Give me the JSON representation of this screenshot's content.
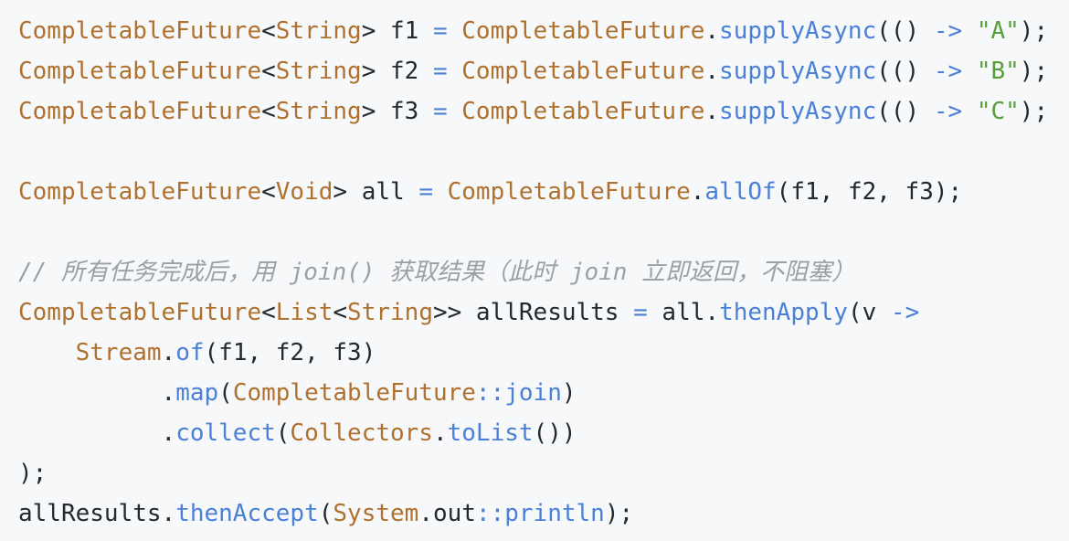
{
  "lines": [
    [
      {
        "t": "CompletableFuture",
        "c": "type"
      },
      {
        "t": "<",
        "c": "pl"
      },
      {
        "t": "String",
        "c": "type"
      },
      {
        "t": "> f1 ",
        "c": "pl"
      },
      {
        "t": "=",
        "c": "op"
      },
      {
        "t": " ",
        "c": "pl"
      },
      {
        "t": "CompletableFuture",
        "c": "type"
      },
      {
        "t": ".",
        "c": "pl"
      },
      {
        "t": "supplyAsync",
        "c": "method"
      },
      {
        "t": "(() ",
        "c": "pl"
      },
      {
        "t": "->",
        "c": "op"
      },
      {
        "t": " ",
        "c": "pl"
      },
      {
        "t": "\"A\"",
        "c": "str"
      },
      {
        "t": ");",
        "c": "pl"
      }
    ],
    [
      {
        "t": "CompletableFuture",
        "c": "type"
      },
      {
        "t": "<",
        "c": "pl"
      },
      {
        "t": "String",
        "c": "type"
      },
      {
        "t": "> f2 ",
        "c": "pl"
      },
      {
        "t": "=",
        "c": "op"
      },
      {
        "t": " ",
        "c": "pl"
      },
      {
        "t": "CompletableFuture",
        "c": "type"
      },
      {
        "t": ".",
        "c": "pl"
      },
      {
        "t": "supplyAsync",
        "c": "method"
      },
      {
        "t": "(() ",
        "c": "pl"
      },
      {
        "t": "->",
        "c": "op"
      },
      {
        "t": " ",
        "c": "pl"
      },
      {
        "t": "\"B\"",
        "c": "str"
      },
      {
        "t": ");",
        "c": "pl"
      }
    ],
    [
      {
        "t": "CompletableFuture",
        "c": "type"
      },
      {
        "t": "<",
        "c": "pl"
      },
      {
        "t": "String",
        "c": "type"
      },
      {
        "t": "> f3 ",
        "c": "pl"
      },
      {
        "t": "=",
        "c": "op"
      },
      {
        "t": " ",
        "c": "pl"
      },
      {
        "t": "CompletableFuture",
        "c": "type"
      },
      {
        "t": ".",
        "c": "pl"
      },
      {
        "t": "supplyAsync",
        "c": "method"
      },
      {
        "t": "(() ",
        "c": "pl"
      },
      {
        "t": "->",
        "c": "op"
      },
      {
        "t": " ",
        "c": "pl"
      },
      {
        "t": "\"C\"",
        "c": "str"
      },
      {
        "t": ");",
        "c": "pl"
      }
    ],
    [],
    [
      {
        "t": "CompletableFuture",
        "c": "type"
      },
      {
        "t": "<",
        "c": "pl"
      },
      {
        "t": "Void",
        "c": "type"
      },
      {
        "t": "> all ",
        "c": "pl"
      },
      {
        "t": "=",
        "c": "op"
      },
      {
        "t": " ",
        "c": "pl"
      },
      {
        "t": "CompletableFuture",
        "c": "type"
      },
      {
        "t": ".",
        "c": "pl"
      },
      {
        "t": "allOf",
        "c": "method"
      },
      {
        "t": "(f1, f2, f3);",
        "c": "pl"
      }
    ],
    [],
    [
      {
        "t": "// 所有任务完成后，用 join() 获取结果（此时 join 立即返回，不阻塞）",
        "c": "cmt"
      }
    ],
    [
      {
        "t": "CompletableFuture",
        "c": "type"
      },
      {
        "t": "<",
        "c": "pl"
      },
      {
        "t": "List",
        "c": "type"
      },
      {
        "t": "<",
        "c": "pl"
      },
      {
        "t": "String",
        "c": "type"
      },
      {
        "t": ">> allResults ",
        "c": "pl"
      },
      {
        "t": "=",
        "c": "op"
      },
      {
        "t": " all.",
        "c": "pl"
      },
      {
        "t": "thenApply",
        "c": "method"
      },
      {
        "t": "(v ",
        "c": "pl"
      },
      {
        "t": "->",
        "c": "op"
      }
    ],
    [
      {
        "t": "    ",
        "c": "pl"
      },
      {
        "t": "Stream",
        "c": "type"
      },
      {
        "t": ".",
        "c": "pl"
      },
      {
        "t": "of",
        "c": "method"
      },
      {
        "t": "(f1, f2, f3)",
        "c": "pl"
      }
    ],
    [
      {
        "t": "          .",
        "c": "pl"
      },
      {
        "t": "map",
        "c": "method"
      },
      {
        "t": "(",
        "c": "pl"
      },
      {
        "t": "CompletableFuture",
        "c": "type"
      },
      {
        "t": "::",
        "c": "op"
      },
      {
        "t": "join",
        "c": "method"
      },
      {
        "t": ")",
        "c": "pl"
      }
    ],
    [
      {
        "t": "          .",
        "c": "pl"
      },
      {
        "t": "collect",
        "c": "method"
      },
      {
        "t": "(",
        "c": "pl"
      },
      {
        "t": "Collectors",
        "c": "type"
      },
      {
        "t": ".",
        "c": "pl"
      },
      {
        "t": "toList",
        "c": "method"
      },
      {
        "t": "())",
        "c": "pl"
      }
    ],
    [
      {
        "t": ");",
        "c": "pl"
      }
    ],
    [
      {
        "t": "allResults.",
        "c": "pl"
      },
      {
        "t": "thenAccept",
        "c": "method"
      },
      {
        "t": "(",
        "c": "pl"
      },
      {
        "t": "System",
        "c": "type"
      },
      {
        "t": ".out",
        "c": "pl"
      },
      {
        "t": "::",
        "c": "op"
      },
      {
        "t": "println",
        "c": "method"
      },
      {
        "t": ");",
        "c": "pl"
      }
    ]
  ]
}
